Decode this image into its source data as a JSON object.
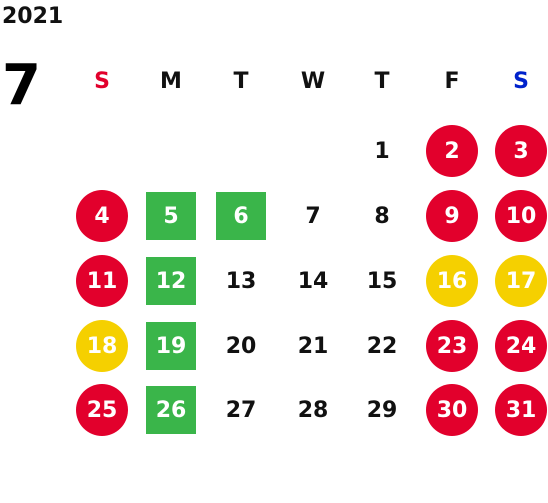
{
  "calendar": {
    "year": "2021",
    "month": "7",
    "weekdays": [
      {
        "label": "S",
        "color": "#e2002c"
      },
      {
        "label": "M",
        "color": "#111111"
      },
      {
        "label": "T",
        "color": "#111111"
      },
      {
        "label": "W",
        "color": "#111111"
      },
      {
        "label": "T",
        "color": "#111111"
      },
      {
        "label": "F",
        "color": "#111111"
      },
      {
        "label": "S",
        "color": "#0022cc"
      }
    ],
    "weeks": [
      [
        null,
        null,
        null,
        null,
        {
          "day": "1",
          "mark": "none"
        },
        {
          "day": "2",
          "mark": "red"
        },
        {
          "day": "3",
          "mark": "red"
        }
      ],
      [
        {
          "day": "4",
          "mark": "red"
        },
        {
          "day": "5",
          "mark": "green"
        },
        {
          "day": "6",
          "mark": "green"
        },
        {
          "day": "7",
          "mark": "none"
        },
        {
          "day": "8",
          "mark": "none"
        },
        {
          "day": "9",
          "mark": "red"
        },
        {
          "day": "10",
          "mark": "red"
        }
      ],
      [
        {
          "day": "11",
          "mark": "red"
        },
        {
          "day": "12",
          "mark": "green"
        },
        {
          "day": "13",
          "mark": "none"
        },
        {
          "day": "14",
          "mark": "none"
        },
        {
          "day": "15",
          "mark": "none"
        },
        {
          "day": "16",
          "mark": "yellow"
        },
        {
          "day": "17",
          "mark": "yellow"
        }
      ],
      [
        {
          "day": "18",
          "mark": "yellow"
        },
        {
          "day": "19",
          "mark": "green"
        },
        {
          "day": "20",
          "mark": "none"
        },
        {
          "day": "21",
          "mark": "none"
        },
        {
          "day": "22",
          "mark": "none"
        },
        {
          "day": "23",
          "mark": "red"
        },
        {
          "day": "24",
          "mark": "red"
        }
      ],
      [
        {
          "day": "25",
          "mark": "red"
        },
        {
          "day": "26",
          "mark": "green"
        },
        {
          "day": "27",
          "mark": "none"
        },
        {
          "day": "28",
          "mark": "none"
        },
        {
          "day": "29",
          "mark": "none"
        },
        {
          "day": "30",
          "mark": "red"
        },
        {
          "day": "31",
          "mark": "red"
        }
      ]
    ]
  },
  "colors": {
    "red": "#e2002c",
    "yellow": "#f5d000",
    "green": "#3ab54a"
  }
}
